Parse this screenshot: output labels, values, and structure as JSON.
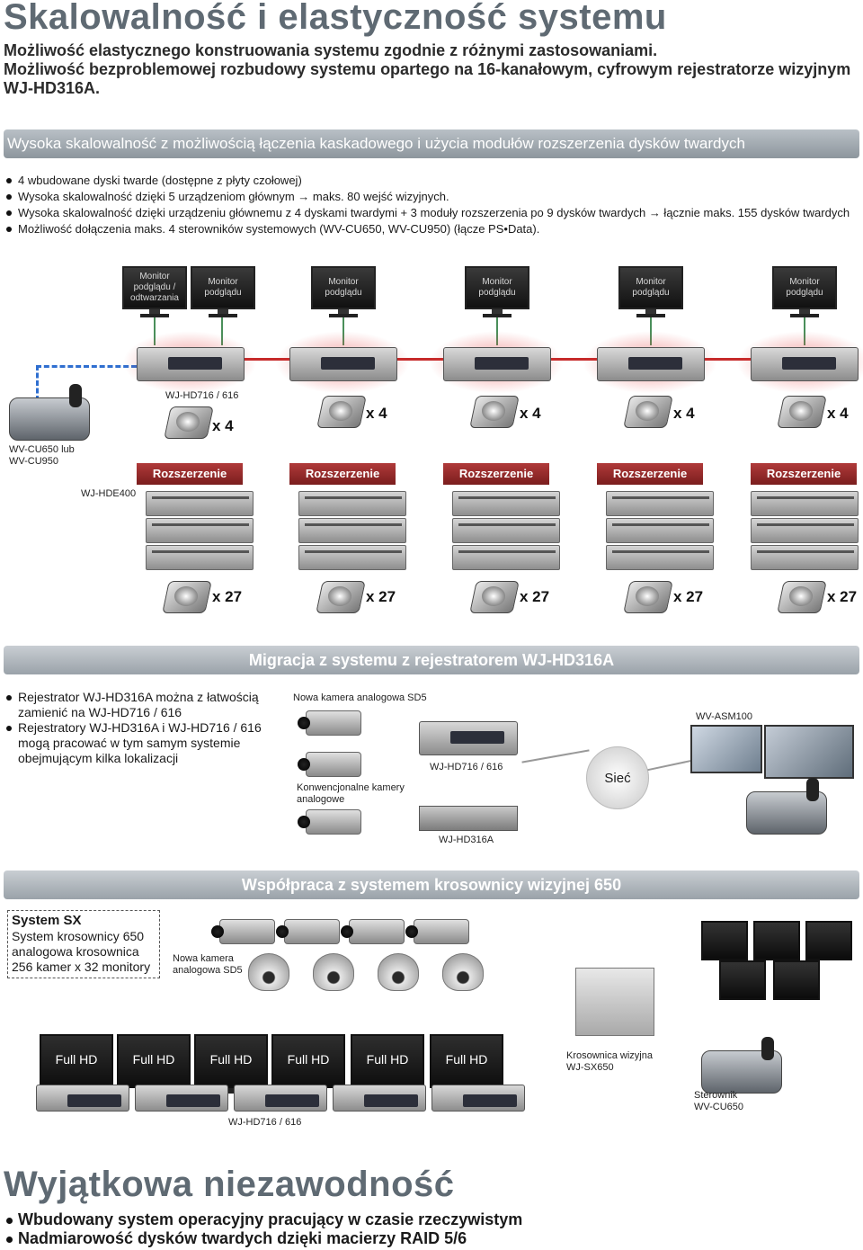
{
  "header": {
    "title": "Skalowalność i elastyczność systemu",
    "intro_line1": "Możliwość elastycznego konstruowania systemu zgodnie z różnymi zastosowaniami.",
    "intro_line2": "Możliwość bezproblemowej rozbudowy systemu opartego na 16-kanałowym, cyfrowym rejestratorze wizyjnym WJ-HD316A."
  },
  "section1": {
    "bar": "Wysoka skalowalność z możliwością łączenia kaskadowego i użycia modułów rozszerzenia dysków twardych",
    "bullets": [
      "4 wbudowane dyski twarde (dostępne z płyty czołowej)",
      "Wysoka skalowalność dzięki 5 urządzeniom głównym → maks. 80 wejść wizyjnych.",
      "Wysoka skalowalność dzięki urządzeniu głównemu z 4 dyskami twardymi + 3 moduły rozszerzenia po 9 dysków twardych → łącznie maks. 155 dysków twardych",
      "Możliwość dołączenia maks. 4 sterowników systemowych (WV-CU650, WV-CU950) (łącze PS•Data)."
    ],
    "monitor_first_line1": "Monitor",
    "monitor_first_line2": "podglądu /",
    "monitor_first_line3": "odtwarzania",
    "monitor_line1": "Monitor",
    "monitor_line2": "podglądu",
    "recorder_label": "WJ-HD716 / 616",
    "disk_count_main": "x 4",
    "controller_label_1": "WV-CU650 lub",
    "controller_label_2": "WV-CU950",
    "expansion_model": "WJ-HDE400",
    "expansion_label": "Rozszerzenie",
    "disk_count_exp": "x 27"
  },
  "section2": {
    "bar": "Migracja z systemu z rejestratorem WJ-HD316A",
    "bullets": [
      "Rejestrator WJ-HD316A można z łatwością zamienić na WJ-HD716 / 616",
      "Rejestratory WJ-HD316A i WJ-HD716 / 616 mogą pracować w tym samym systemie obejmującym kilka lokalizacji"
    ],
    "new_camera": "Nowa kamera analogowa SD5",
    "conv_cameras_1": "Konwencjonalne kamery",
    "conv_cameras_2": "analogowe",
    "recorder_new": "WJ-HD716 / 616",
    "recorder_old": "WJ-HD316A",
    "network": "Sieć",
    "software": "WV-ASM100"
  },
  "section3": {
    "bar": "Współpraca z systemem krosownicy wizyjnej 650",
    "box_title": "System SX",
    "box_line1": "System krosownicy 650",
    "box_line2": "analogowa krosownica",
    "box_line3": "256 kamer x 32 monitory",
    "new_camera_1": "Nowa kamera",
    "new_camera_2": "analogowa SD5",
    "fullhd": "Full HD",
    "matrix_1": "Krosownica wizyjna",
    "matrix_2": "WJ-SX650",
    "controller_1": "Sterownik",
    "controller_2": "WV-CU650",
    "recorder": "WJ-HD716 / 616"
  },
  "footer": {
    "title": "Wyjątkowa niezawodność",
    "bullets": [
      "Wbudowany system operacyjny pracujący w czasie rzeczywistym",
      "Nadmiarowość dysków twardych dzięki macierzy RAID 5/6"
    ]
  },
  "colors": {
    "title_gray": "#5f6a73",
    "bar_gray": "#a4abb2",
    "expansion_red": "#8e2727",
    "link_green": "#4a8f5a",
    "link_blue": "#2f6fd0"
  }
}
